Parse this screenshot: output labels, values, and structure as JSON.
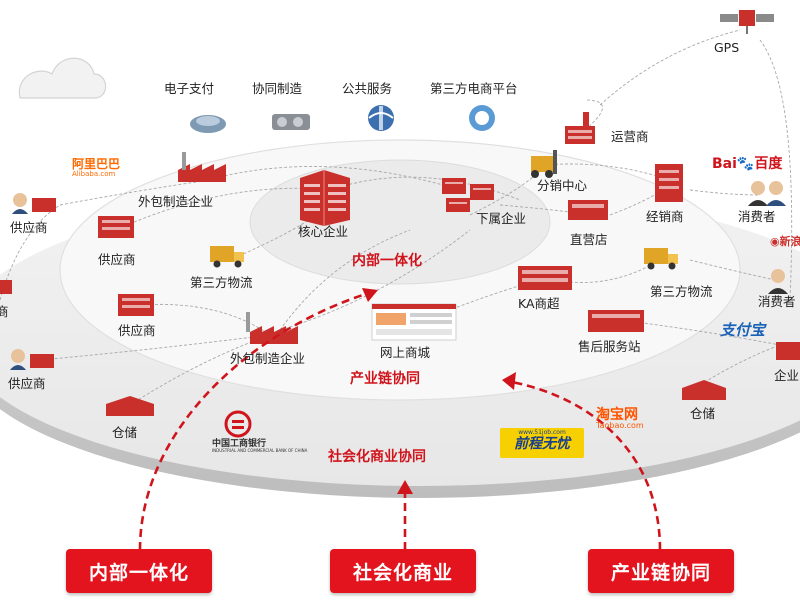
{
  "top_services": [
    "电子支付",
    "协同制造",
    "公共服务",
    "第三方电商平台"
  ],
  "gps": "GPS",
  "nodes": {
    "operator": "运营商",
    "outsource_top": "外包制造企业",
    "core": "核心企业",
    "subsidiary": "下属企业",
    "distribution": "分销中心",
    "dealer": "经销商",
    "consumer1": "消费者",
    "consumer2": "消费者",
    "direct_store": "直营店",
    "supplier1": "供应商",
    "supplier2": "供应商",
    "supplier3": "供应商",
    "supplier4": "供应商",
    "supplier_cut": "商",
    "logistics_left": "第三方物流",
    "logistics_right": "第三方物流",
    "ka": "KA商超",
    "online_mall": "网上商城",
    "after_sales": "售后服务站",
    "outsource_bottom": "外包制造企业",
    "warehouse_left": "仓储",
    "warehouse_right": "仓储",
    "enterprise_cut": "企业"
  },
  "rings": {
    "inner": "内部一体化",
    "middle": "产业链协同",
    "outer": "社会化商业协同"
  },
  "logos": {
    "alibaba": "阿里巴巴",
    "alibaba_sub": "Alibaba.com",
    "baidu": "Bai",
    "baidu_cn": "百度",
    "xinlang": "新浪",
    "alipay": "支付宝",
    "taobao": "淘宝网",
    "taobao_sub": "Taobao.com",
    "job51": "前程无忧",
    "job51_sub": "www.51job.com",
    "icbc": "中国工商银行",
    "icbc_sub": "INDUSTRIAL AND COMMERCIAL BANK OF CHINA"
  },
  "buttons": [
    "内部一体化",
    "社会化商业",
    "产业链协同"
  ],
  "colors": {
    "accent_red": "#e3141e",
    "text_red": "#d0141c",
    "disc": "#eeeeee",
    "ring": "#f7f7f7"
  }
}
